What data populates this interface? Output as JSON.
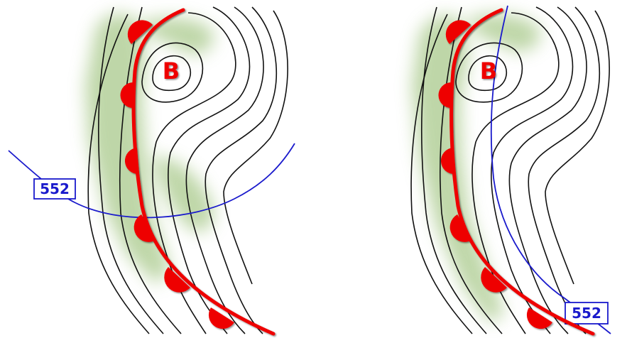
{
  "panels": [
    {
      "low_label": "B",
      "contour_label": "552"
    },
    {
      "low_label": "B",
      "contour_label": "552"
    }
  ],
  "colors": {
    "isobar": "#111111",
    "front": "#ee0000",
    "contour": "#1a1acc",
    "precip": "#a9c98b",
    "low_text": "#ee0000"
  }
}
